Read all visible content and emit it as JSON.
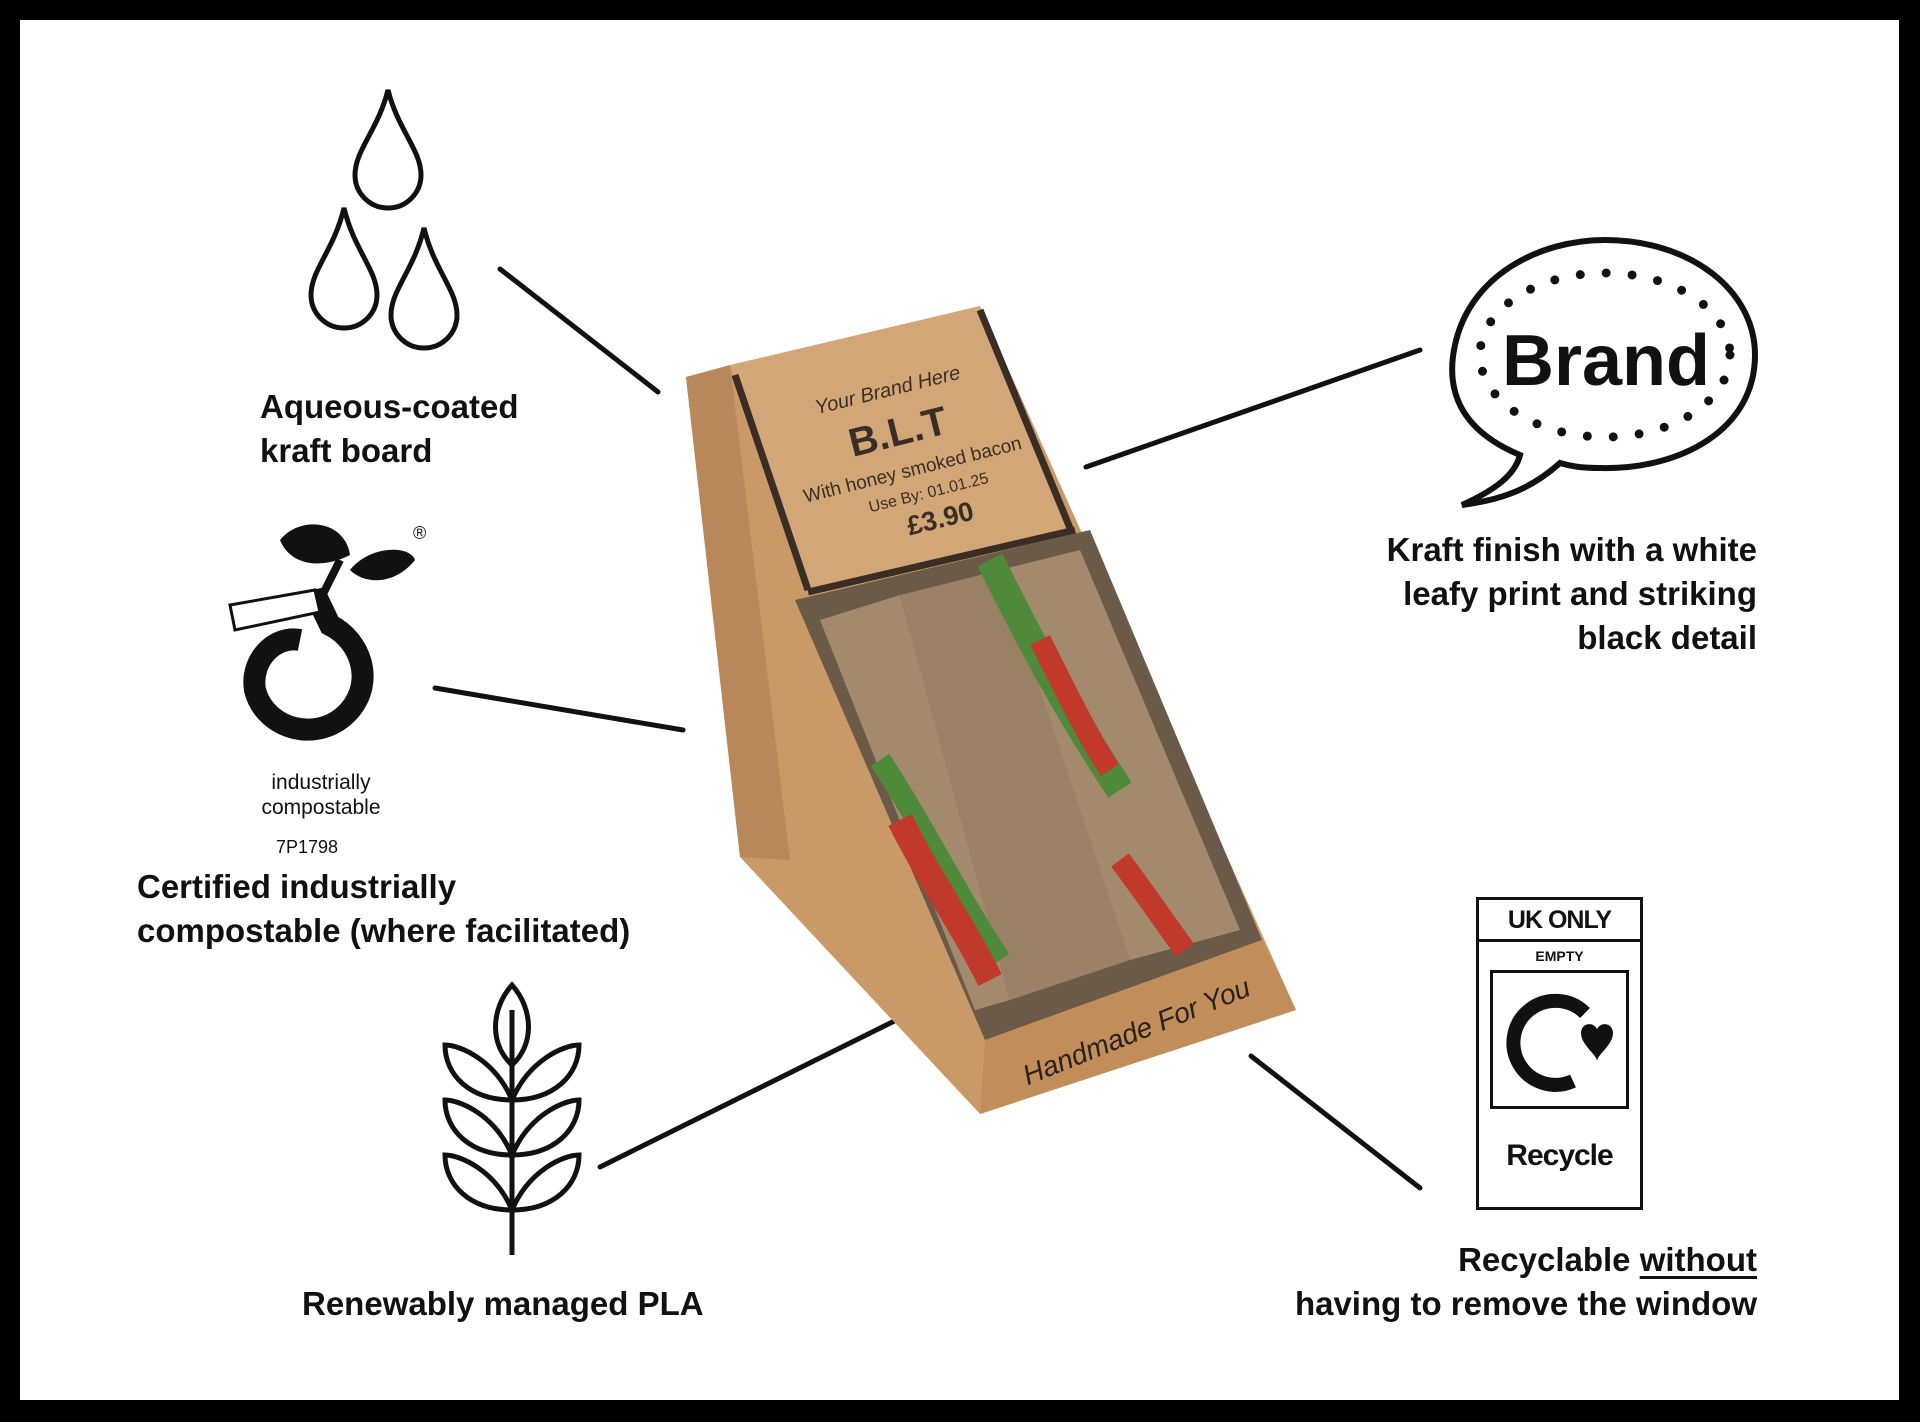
{
  "features": [
    {
      "id": "kraft",
      "caption_lines": [
        "Aqueous-coated",
        "kraft board"
      ]
    },
    {
      "id": "compostable",
      "caption_lines": [
        "Certified industrially",
        "compostable (where facilitated)"
      ],
      "logo_text": [
        "industrially",
        "compostable"
      ],
      "logo_code": "7P1798",
      "registered_mark": "®"
    },
    {
      "id": "pla",
      "caption_lines": [
        "Renewably managed PLA"
      ]
    },
    {
      "id": "finish",
      "caption_lines": [
        "Kraft finish with a white",
        "leafy print and striking",
        "black detail"
      ],
      "bubble_text": "Brand"
    },
    {
      "id": "recycle",
      "caption_prefix": "Recyclable ",
      "caption_underlined": "without",
      "caption_line2": "having to remove the window",
      "label": {
        "header": "UK ONLY",
        "sub": "EMPTY",
        "footer": "Recycle"
      }
    }
  ],
  "pack": {
    "brand": "Your Brand Here",
    "product": "B.L.T",
    "description": "With honey smoked bacon",
    "use_by": "Use By: 01.01.25",
    "price": "£3.90",
    "tagline": "Handmade For You"
  },
  "colors": {
    "frame": "#000000",
    "kraft": "#c99a67",
    "kraft_dark": "#b8875a",
    "ink": "#111111"
  }
}
